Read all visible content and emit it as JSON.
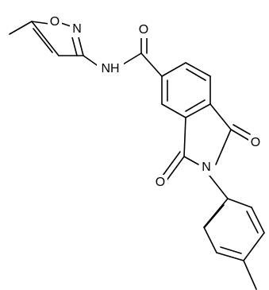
{
  "molecule": {
    "atom_labels": {
      "isoxazole_oxygen": "O",
      "isoxazole_nitrogen": "N",
      "amide_nh": "NH",
      "carbonyl_oxygen_amide": "O",
      "imide_oxygen_top": "O",
      "imide_nitrogen": "N",
      "imide_oxygen_bottom": "O"
    }
  }
}
